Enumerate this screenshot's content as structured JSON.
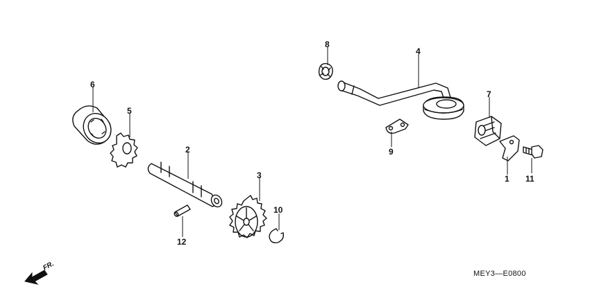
{
  "diagram": {
    "code": "MEY3—E0800",
    "direction_label": "FR.",
    "callouts": [
      "1",
      "2",
      "3",
      "4",
      "5",
      "6",
      "7",
      "8",
      "9",
      "10",
      "11",
      "12"
    ]
  }
}
